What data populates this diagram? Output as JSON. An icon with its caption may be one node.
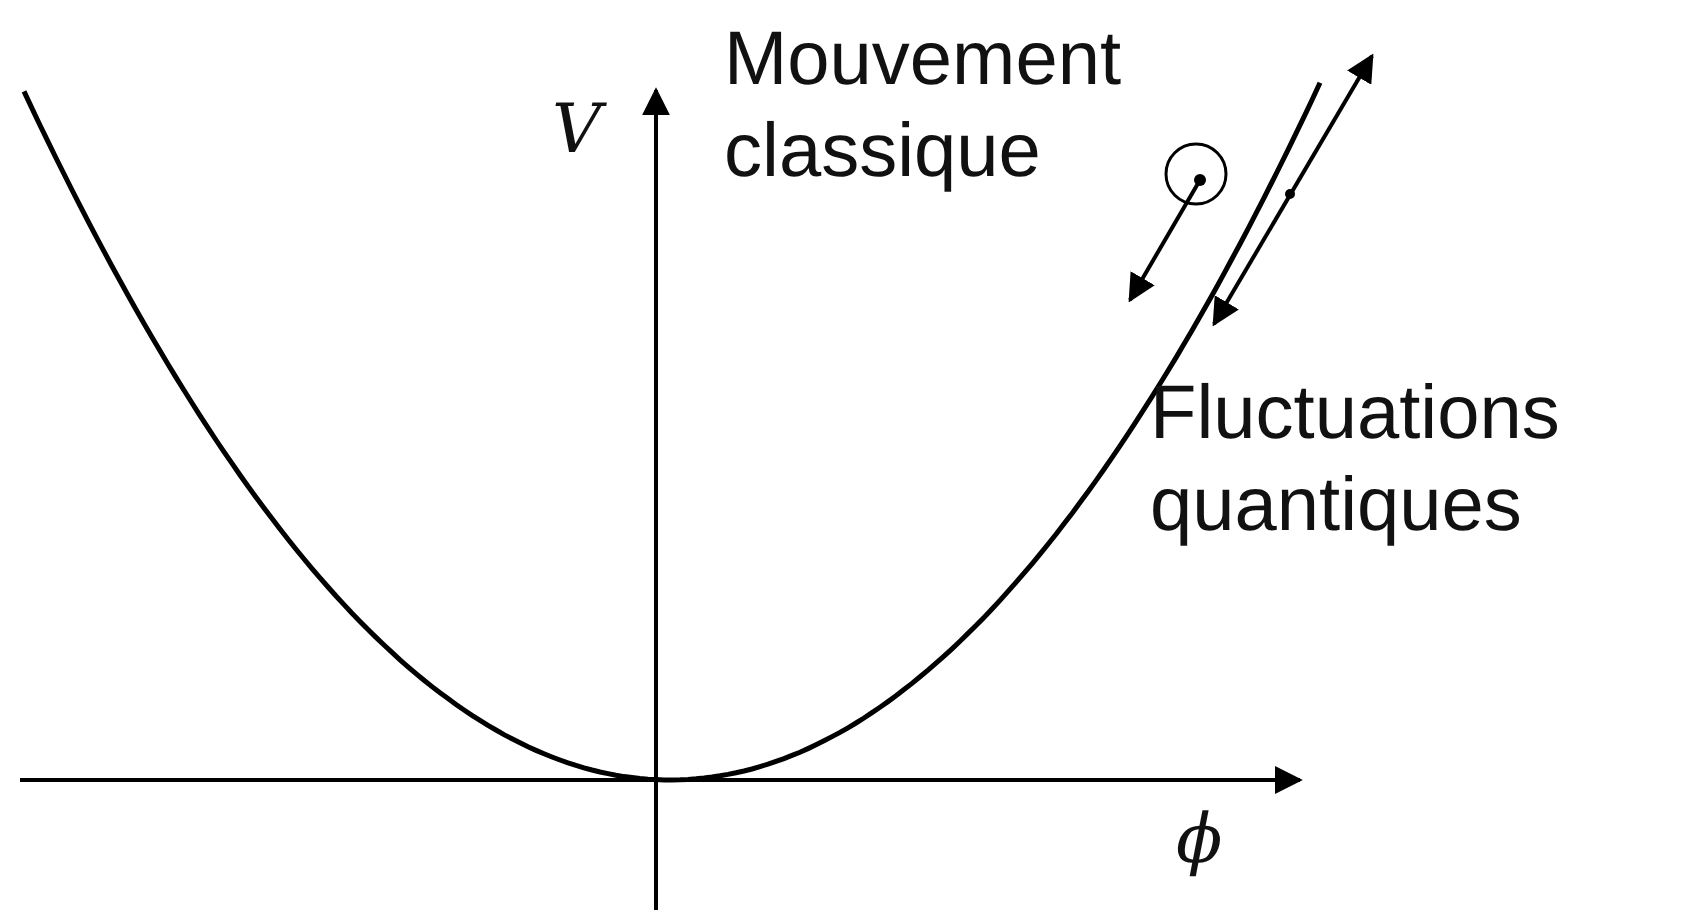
{
  "diagram": {
    "labels": [
      "Mouvement classique",
      "V",
      "Fluctuations quantiques",
      "ϕ"
    ]
  }
}
